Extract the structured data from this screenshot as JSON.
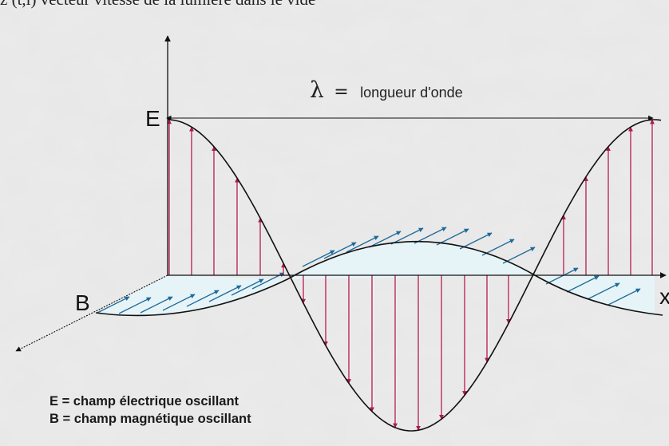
{
  "caption_cropped": "z (t,l) vecteur vitesse de la lumière dans le vide",
  "wavelength": {
    "symbol": "λ",
    "equals": "=",
    "text": "longueur d'onde"
  },
  "axes": {
    "e_label": "E",
    "b_label": "B",
    "x_label": "x"
  },
  "legend": [
    "E = champ électrique oscillant",
    "B = champ magnétique oscillant"
  ],
  "colors": {
    "background": "#dcdcdc",
    "e_arrows": "#b0174d",
    "b_arrows": "#1e6a9a",
    "b_hatch_fill": "#e4f3f6",
    "curve": "#111111"
  }
}
